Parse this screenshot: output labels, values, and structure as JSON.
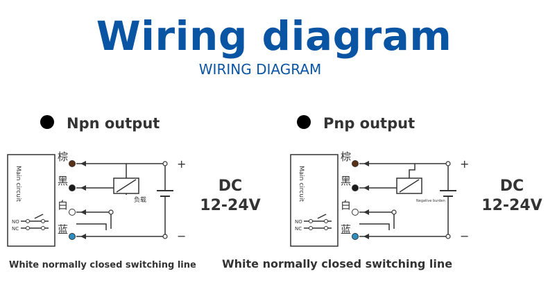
{
  "header": {
    "title": "Wiring diagram",
    "subtitle": "WIRING DIAGRAM"
  },
  "diagrams": [
    {
      "heading": "Npn output",
      "main_circuit": "Main circuit",
      "wires": [
        "棕",
        "黑",
        "白",
        "蓝"
      ],
      "wire_colors": [
        "#5a3118",
        "#1a1a1a",
        "#ffffff",
        "#2e8ec0"
      ],
      "switch_labels": [
        "NO",
        "NC"
      ],
      "load_label": "负载",
      "plus": "+",
      "minus": "−",
      "dc_line1": "DC",
      "dc_line2": "12-24V",
      "caption": "White normally closed switching line"
    },
    {
      "heading": "Pnp output",
      "main_circuit": "Main circuit",
      "wires": [
        "棕",
        "黑",
        "白",
        "蓝"
      ],
      "wire_colors": [
        "#5a3118",
        "#1a1a1a",
        "#ffffff",
        "#2e8ec0"
      ],
      "switch_labels": [
        "NO",
        "NC"
      ],
      "load_label": "Negative burden",
      "plus": "+",
      "minus": "−",
      "dc_line1": "DC",
      "dc_line2": "12-24V",
      "caption": "White normally closed switching line"
    }
  ]
}
